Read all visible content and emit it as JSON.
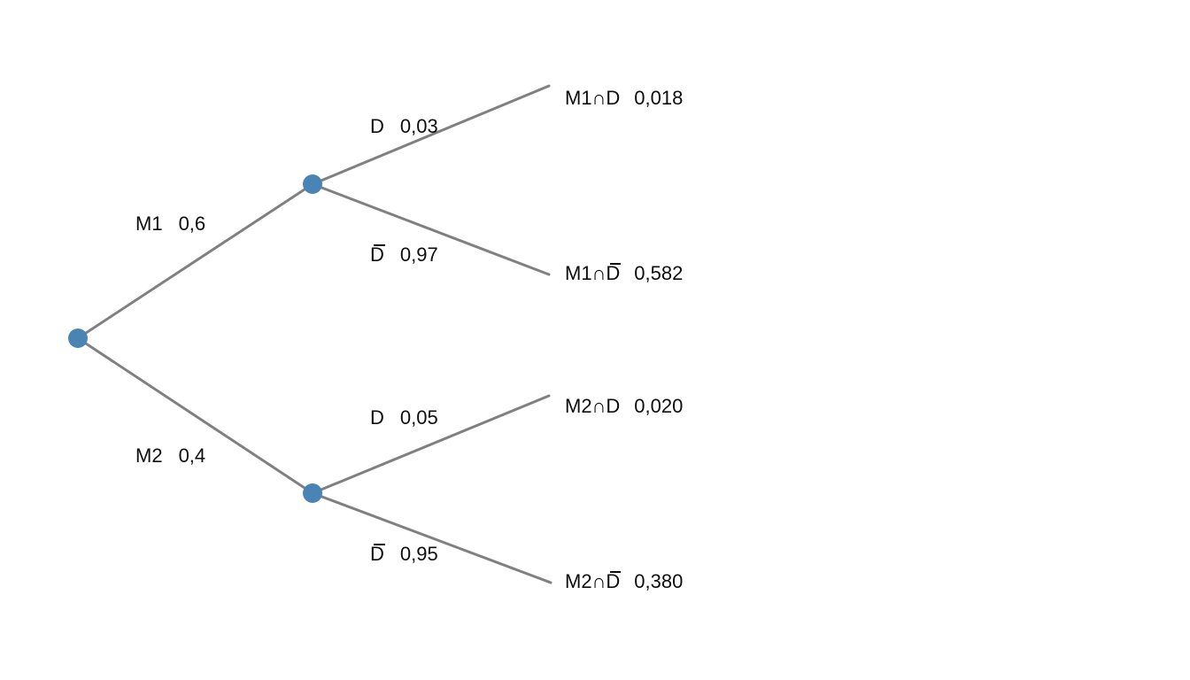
{
  "diagram": {
    "type": "probability-tree",
    "title": "",
    "node_color": "#4a84b4",
    "edge_color": "#808080",
    "background": "#ffffff"
  },
  "edges": {
    "m1": {
      "event": "M1",
      "prob": "0,6"
    },
    "m2": {
      "event": "M2",
      "prob": "0,4"
    },
    "m1_d": {
      "event": "D",
      "prob": "0,03"
    },
    "m1_dbar": {
      "event": "D",
      "prob": "0,97",
      "complement": true
    },
    "m2_d": {
      "event": "D",
      "prob": "0,05"
    },
    "m2_dbar": {
      "event": "D",
      "prob": "0,95",
      "complement": true
    }
  },
  "leaves": {
    "m1_d": {
      "pre": "M1∩",
      "ev": "D",
      "prob": "0,018"
    },
    "m1_dbar": {
      "pre": "M1∩",
      "ev": "D",
      "prob": "0,582",
      "complement": true
    },
    "m2_d": {
      "pre": "M2∩",
      "ev": "D",
      "prob": "0,020"
    },
    "m2_dbar": {
      "pre": "M2∩",
      "ev": "D",
      "prob": "0,380",
      "complement": true
    }
  },
  "nodes": {
    "root": "root-node",
    "upper": "m1-node",
    "lower": "m2-node"
  }
}
